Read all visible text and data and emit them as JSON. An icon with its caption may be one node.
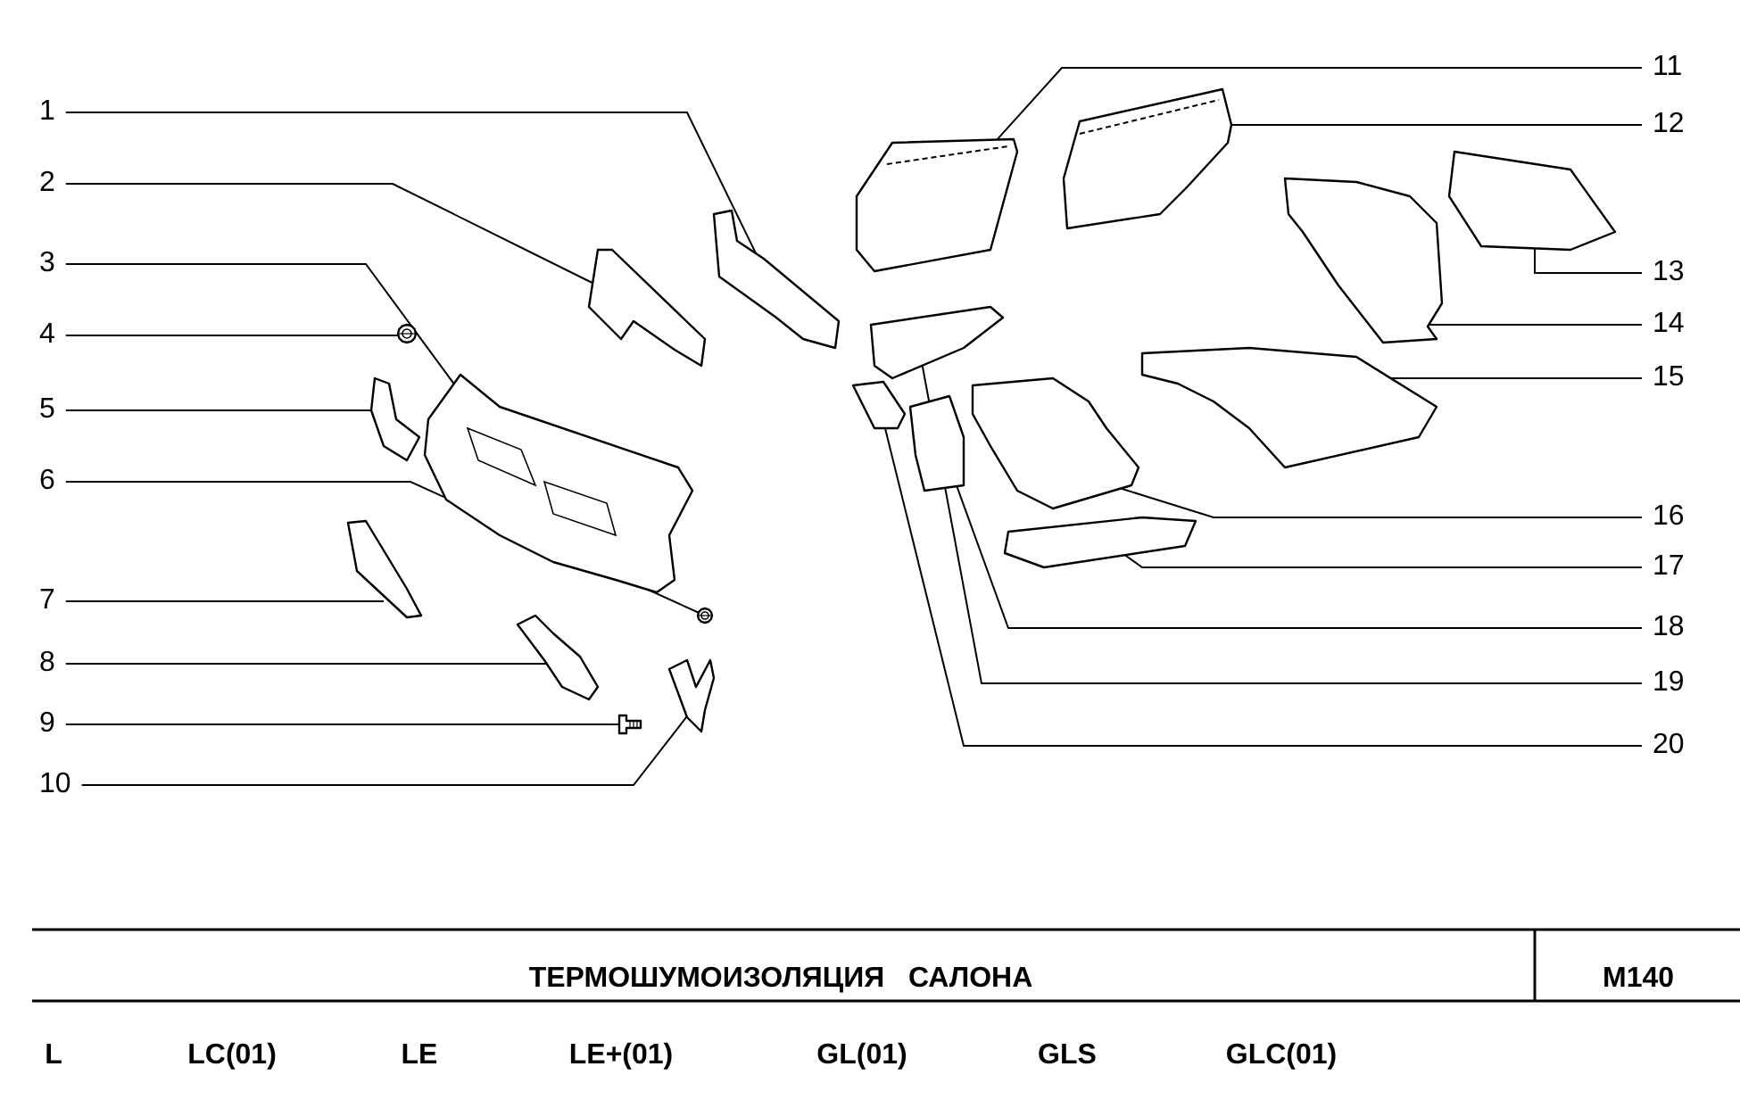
{
  "diagram": {
    "title": "ТЕРМОШУМОИЗОЛЯЦИЯ   САЛОНА",
    "nodes": [
      {
        "text": [
          "1"
        ]
      },
      {
        "text": [
          "2"
        ]
      },
      {
        "text": [
          "3"
        ]
      },
      {
        "text": [
          "4"
        ]
      },
      {
        "text": [
          "5"
        ]
      },
      {
        "text": [
          "6"
        ]
      },
      {
        "text": [
          "7"
        ]
      },
      {
        "text": [
          "8"
        ]
      },
      {
        "text": [
          "9"
        ]
      },
      {
        "text": [
          "10"
        ]
      },
      {
        "text": [
          "11"
        ]
      },
      {
        "text": [
          "12"
        ]
      },
      {
        "text": [
          "13"
        ]
      },
      {
        "text": [
          "14"
        ]
      },
      {
        "text": [
          "15"
        ]
      },
      {
        "text": [
          "16"
        ]
      },
      {
        "text": [
          "17"
        ]
      },
      {
        "text": [
          "18"
        ]
      },
      {
        "text": [
          "19"
        ]
      },
      {
        "text": [
          "20"
        ]
      },
      {
        "text": [],
        "shape": "picture"
      },
      {
        "text": [],
        "shape": "picture"
      },
      {
        "text": [],
        "shape": "picture"
      },
      {
        "text": [],
        "shape": "picture"
      },
      {
        "text": [],
        "shape": "picture"
      },
      {
        "text": [],
        "shape": "picture"
      },
      {
        "text": [],
        "shape": "picture"
      },
      {
        "text": [],
        "shape": "picture"
      },
      {
        "text": [],
        "shape": "picture"
      },
      {
        "text": [],
        "shape": "picture"
      },
      {
        "text": [],
        "shape": "picture"
      },
      {
        "text": [],
        "shape": "picture"
      },
      {
        "text": [],
        "shape": "picture"
      },
      {
        "text": [],
        "shape": "picture"
      },
      {
        "text": [],
        "shape": "picture"
      },
      {
        "text": [],
        "shape": "picture"
      },
      {
        "text": [],
        "shape": "picture"
      },
      {
        "text": [],
        "shape": "picture"
      },
      {
        "text": [],
        "shape": "picture"
      },
      {
        "text": [],
        "shape": "picture"
      }
    ],
    "edges": [
      {
        "from": 0,
        "to": 20,
        "arrow": "none"
      },
      {
        "from": 1,
        "to": 21,
        "arrow": "none"
      },
      {
        "from": 2,
        "to": 22,
        "arrow": "none"
      },
      {
        "from": 3,
        "to": 23,
        "arrow": "none"
      },
      {
        "from": 4,
        "to": 24,
        "arrow": "none"
      },
      {
        "from": 5,
        "to": 25,
        "arrow": "none"
      },
      {
        "from": 6,
        "to": 26,
        "arrow": "none"
      },
      {
        "from": 7,
        "to": 27,
        "arrow": "none"
      },
      {
        "from": 8,
        "to": 28,
        "arrow": "none"
      },
      {
        "from": 9,
        "to": 29,
        "arrow": "none"
      },
      {
        "from": 10,
        "to": 30,
        "arrow": "none"
      },
      {
        "from": 11,
        "to": 31,
        "arrow": "none"
      },
      {
        "from": 12,
        "to": 32,
        "arrow": "none"
      },
      {
        "from": 13,
        "to": 33,
        "arrow": "none"
      },
      {
        "from": 14,
        "to": 34,
        "arrow": "none"
      },
      {
        "from": 15,
        "to": 35,
        "arrow": "none"
      },
      {
        "from": 16,
        "to": 36,
        "arrow": "none"
      },
      {
        "from": 17,
        "to": 37,
        "arrow": "none"
      },
      {
        "from": 18,
        "to": 38,
        "arrow": "none"
      },
      {
        "from": 19,
        "to": 39,
        "arrow": "none"
      }
    ],
    "labels": [
      "M140",
      "L",
      "LC(01)",
      "LE",
      "LE+(01)",
      "GL(01)",
      "GLS",
      "GLC(01)"
    ]
  }
}
